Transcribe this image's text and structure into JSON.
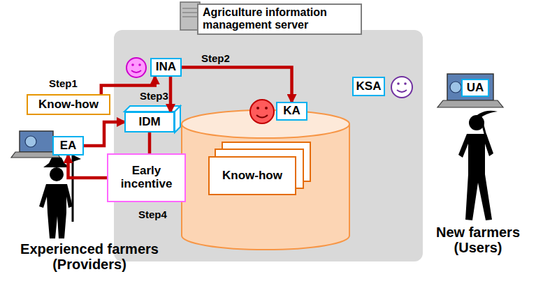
{
  "diagram": {
    "nodes": [
      {
        "text": [
          "Agriculture information management server"
        ]
      },
      {
        "text": [
          "Know-how"
        ]
      },
      {
        "text": [
          "EA"
        ]
      },
      {
        "text": [
          "INA"
        ],
        "in": 0
      },
      {
        "text": [
          "IDM"
        ],
        "in": 0
      },
      {
        "text": [
          "Early incentive"
        ],
        "in": 0
      },
      {
        "text": [
          "KA"
        ],
        "in": 0
      },
      {
        "text": [
          "Know-how"
        ],
        "in": 0
      },
      {
        "text": [
          "KSA"
        ],
        "in": 0
      },
      {
        "text": [
          "UA"
        ]
      }
    ],
    "edges": [
      {
        "from": 1,
        "to": 3,
        "arrow": "to"
      },
      {
        "from": 3,
        "to": 6,
        "arrow": "to"
      },
      {
        "from": 3,
        "to": 4,
        "arrow": "to"
      },
      {
        "from": 2,
        "to": 4,
        "arrow": "to"
      },
      {
        "from": 4,
        "to": 5,
        "arrow": "none"
      },
      {
        "from": 5,
        "to": 2,
        "arrow": "to"
      }
    ],
    "labels": [
      "Step1",
      "Step2",
      "Step3",
      "Step4",
      "Experienced farmers (Providers)",
      "New farmers (Users)"
    ]
  }
}
